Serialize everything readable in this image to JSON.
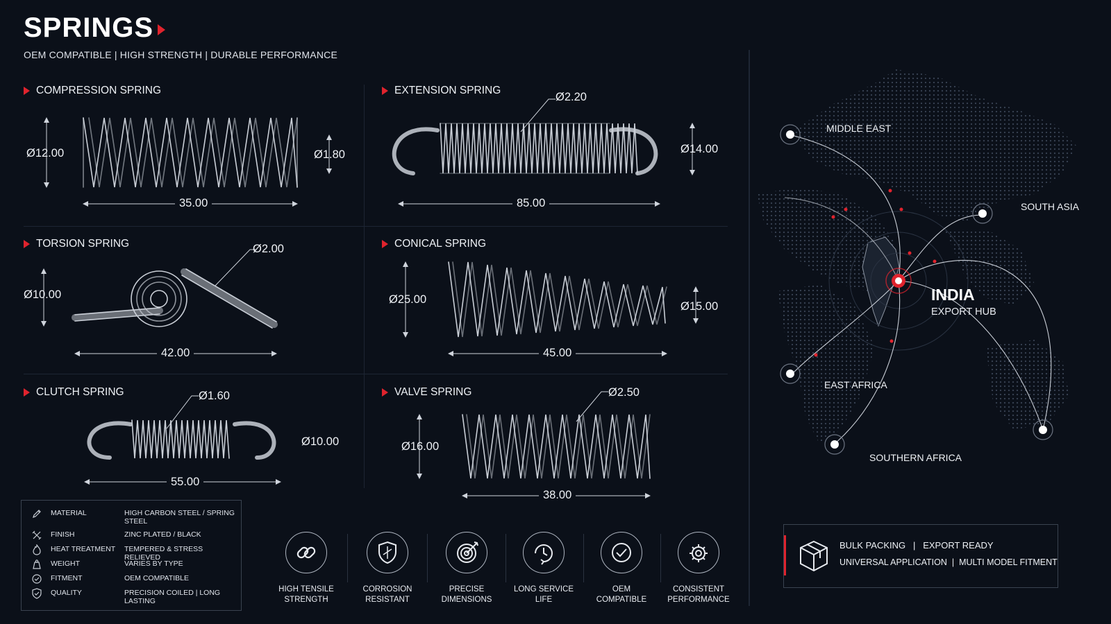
{
  "header": {
    "title": "SPRINGS",
    "subtitle": "OEM COMPATIBLE | HIGH STRENGTH | DURABLE PERFORMANCE"
  },
  "springs": [
    {
      "name": "COMPRESSION SPRING",
      "dims": [
        "Ø12.00",
        "Ø1.80",
        "35.00"
      ]
    },
    {
      "name": "EXTENSION SPRING",
      "dims": [
        "Ø2.20",
        "Ø14.00",
        "85.00"
      ]
    },
    {
      "name": "TORSION SPRING",
      "dims": [
        "Ø2.00",
        "Ø10.00",
        "42.00"
      ]
    },
    {
      "name": "CONICAL SPRING",
      "dims": [
        "Ø25.00",
        "Ø15.00",
        "45.00"
      ]
    },
    {
      "name": "CLUTCH SPRING",
      "dims": [
        "Ø1.60",
        "Ø10.00",
        "55.00"
      ]
    },
    {
      "name": "VALVE SPRING",
      "dims": [
        "Ø2.50",
        "Ø16.00",
        "38.00"
      ]
    }
  ],
  "specs": [
    {
      "icon": "pencil-icon",
      "key": "MATERIAL",
      "value": "HIGH CARBON STEEL / SPRING STEEL"
    },
    {
      "icon": "tools-icon",
      "key": "FINISH",
      "value": "ZINC PLATED / BLACK"
    },
    {
      "icon": "flame-icon",
      "key": "HEAT TREATMENT",
      "value": "TEMPERED & STRESS RELIEVED"
    },
    {
      "icon": "weight-icon",
      "key": "WEIGHT",
      "value": "VARIES BY TYPE"
    },
    {
      "icon": "badge-check-icon",
      "key": "FITMENT",
      "value": "OEM COMPATIBLE"
    },
    {
      "icon": "shield-check-icon",
      "key": "QUALITY",
      "value": "PRECISION COILED | LONG LASTING"
    }
  ],
  "features": [
    {
      "icon": "chain-link-icon",
      "label1": "HIGH TENSILE",
      "label2": "STRENGTH"
    },
    {
      "icon": "shield-icon",
      "label1": "CORROSION",
      "label2": "RESISTANT"
    },
    {
      "icon": "target-icon",
      "label1": "PRECISE",
      "label2": "DIMENSIONS"
    },
    {
      "icon": "clock-cycle-icon",
      "label1": "LONG SERVICE",
      "label2": "LIFE"
    },
    {
      "icon": "check-circle-icon",
      "label1": "OEM",
      "label2": "COMPATIBLE"
    },
    {
      "icon": "gear-icon",
      "label1": "CONSISTENT",
      "label2": "PERFORMANCE"
    }
  ],
  "map": {
    "regions": [
      "MIDDLE EAST",
      "SOUTH ASIA",
      "EAST AFRICA",
      "SOUTHERN AFRICA"
    ],
    "hub_name": "INDIA",
    "hub_label": "EXPORT HUB"
  },
  "packing": {
    "line1a": "BULK PACKING",
    "line1b": "EXPORT READY",
    "line2a": "UNIVERSAL APPLICATION",
    "line2b": "MULTI MODEL FITMENT",
    "sep": "|"
  },
  "colors": {
    "accent": "#e0232d",
    "background": "#0b1019",
    "line": "#c9ced6"
  }
}
